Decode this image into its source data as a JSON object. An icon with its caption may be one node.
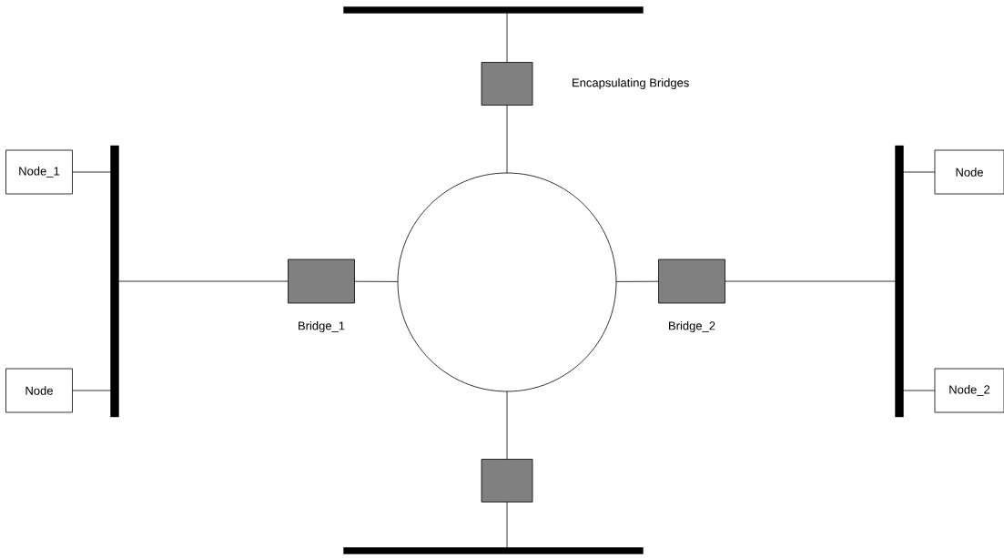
{
  "diagram": {
    "nodes": [
      {
        "text": [],
        "shape": "bar"
      },
      {
        "text": [],
        "shape": "box"
      },
      {
        "text": [
          "Node_1"
        ]
      },
      {
        "text": [],
        "shape": "bar"
      },
      {
        "text": [
          "Node"
        ]
      },
      {
        "text": [],
        "shape": "bar"
      },
      {
        "text": [],
        "shape": "circle"
      },
      {
        "text": [],
        "shape": "box",
        "beside": [
          "Bridge_1"
        ]
      },
      {
        "text": [],
        "shape": "box",
        "beside": [
          "Bridge_2"
        ]
      },
      {
        "text": [
          "Node"
        ]
      },
      {
        "text": [
          "Node_2"
        ]
      },
      {
        "text": [],
        "shape": "box"
      },
      {
        "text": [],
        "shape": "bar"
      }
    ],
    "edges": [
      {
        "from": 0,
        "to": 1,
        "arrow": "none"
      },
      {
        "from": 1,
        "to": 6,
        "arrow": "none"
      },
      {
        "from": 2,
        "to": 3,
        "arrow": "none"
      },
      {
        "from": 5,
        "to": 4,
        "arrow": "none"
      },
      {
        "from": 3,
        "to": 7,
        "arrow": "none"
      },
      {
        "from": 7,
        "to": 6,
        "arrow": "none"
      },
      {
        "from": 6,
        "to": 8,
        "arrow": "none"
      },
      {
        "from": 8,
        "to": 5,
        "arrow": "none"
      },
      {
        "from": 9,
        "to": 3,
        "arrow": "none"
      },
      {
        "from": 5,
        "to": 10,
        "arrow": "none"
      },
      {
        "from": 6,
        "to": 11,
        "arrow": "none"
      },
      {
        "from": 11,
        "to": 12,
        "arrow": "none"
      }
    ],
    "labels": [
      "Encapsulating Bridges"
    ]
  }
}
